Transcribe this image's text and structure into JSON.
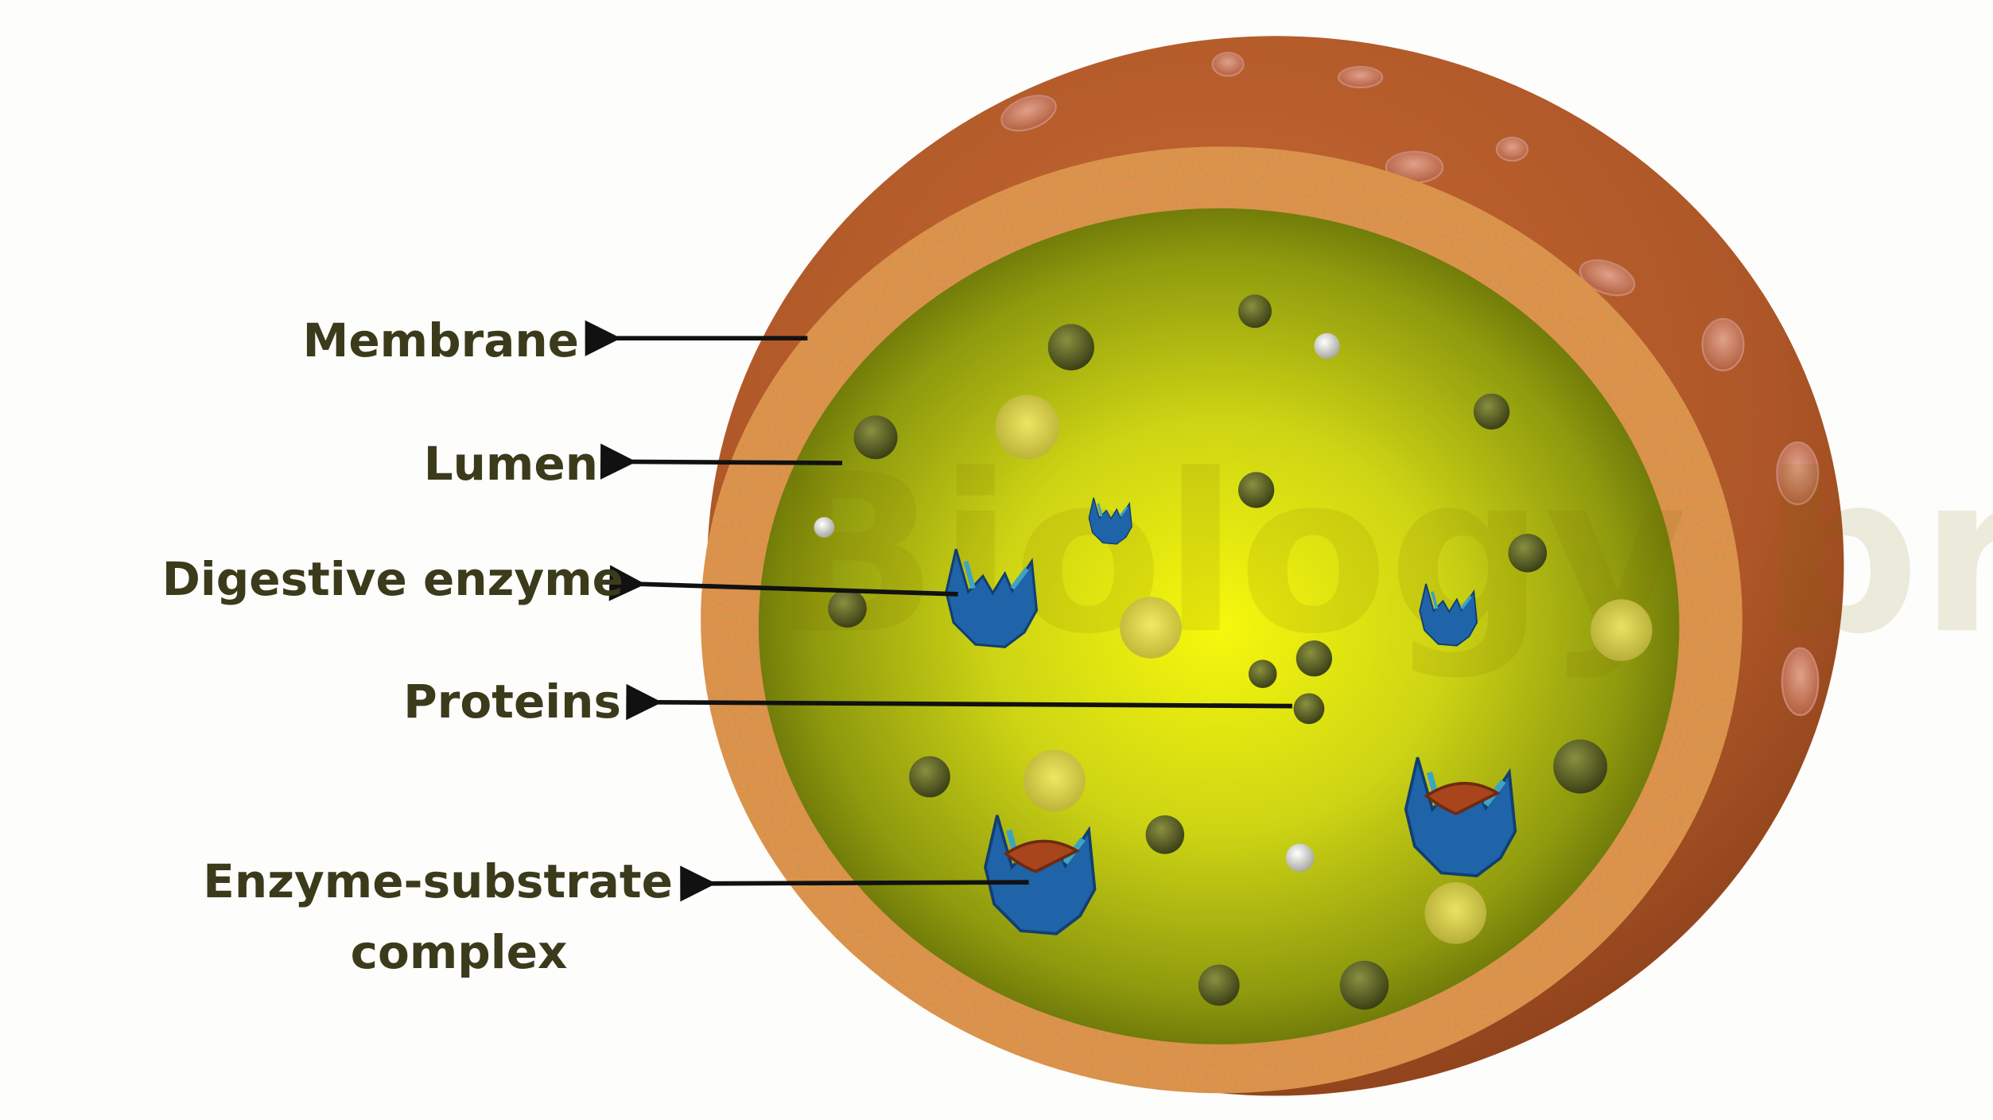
{
  "labels": {
    "membrane": "Membrane",
    "lumen": "Lumen",
    "digestive_enzyme": "Digestive enzyme",
    "proteins": "Proteins",
    "enzyme_substrate_line1": "Enzyme-substrate",
    "enzyme_substrate_line2": "complex"
  },
  "watermark": "Biology brain",
  "colors": {
    "outer_membrane": "#b05a28",
    "membrane_cork": "#e0924a",
    "lumen_center": "#f4f50e",
    "lumen_edge": "#5f6a08",
    "enzyme": "#1f63a8",
    "substrate": "#a8451c",
    "label_text": "#3b3b1c"
  }
}
